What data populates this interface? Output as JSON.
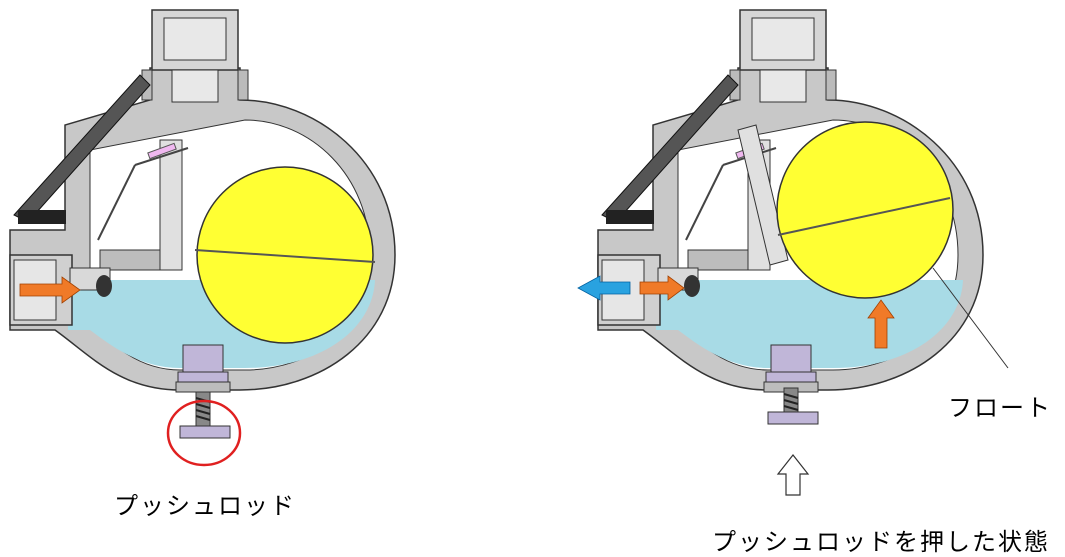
{
  "labels": {
    "left_caption": "プッシュロッド",
    "right_caption": "プッシュロッドを押した状態",
    "float_label": "フロート"
  },
  "colors": {
    "body": "#c8c8c8",
    "water": "#a8dbe6",
    "float": "#ffff33",
    "plunger": "#c0b6d8",
    "arrow_orange": "#f07a28",
    "arrow_blue": "#29a2e0",
    "highlight_circle": "#e02020"
  }
}
